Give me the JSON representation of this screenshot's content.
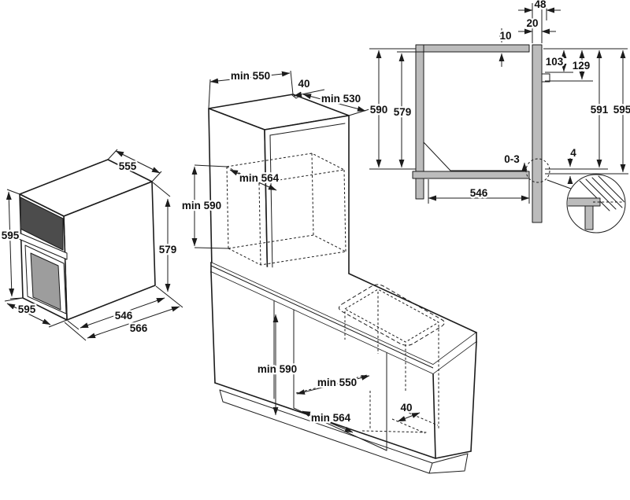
{
  "drawing": {
    "kind": "built-in oven installation diagram",
    "unit_note": "dimensions in mm",
    "line_color": "#1c1c1c",
    "panel_gray": "#bcbcbc",
    "oven": {
      "dims": {
        "top_depth": "555",
        "height": "595",
        "front_width": "595",
        "body_depth": "546",
        "overall_depth": "566",
        "body_height": "579"
      }
    },
    "tall_cabinet": {
      "dims": {
        "depth": "min 550",
        "rear_vent_gap": "40",
        "top_depth": "min 530",
        "niche_depth": "min 564",
        "niche_height": "min 590"
      }
    },
    "cross_section": {
      "dims": {
        "door_depth": "48",
        "front_protrusion": "20",
        "top_clearance": "10",
        "upper_offset": "103",
        "handle_offset": "129",
        "niche_height": "590",
        "oven_height": "579",
        "front_inner_height": "591",
        "front_height": "595",
        "bottom_gap": "0-3",
        "base_step": "4",
        "niche_inner_depth": "546"
      }
    },
    "base_cabinet": {
      "dims": {
        "niche_height": "min 590",
        "niche_width": "min 550",
        "niche_depth": "min 564",
        "rear_vent_gap": "40"
      }
    }
  }
}
